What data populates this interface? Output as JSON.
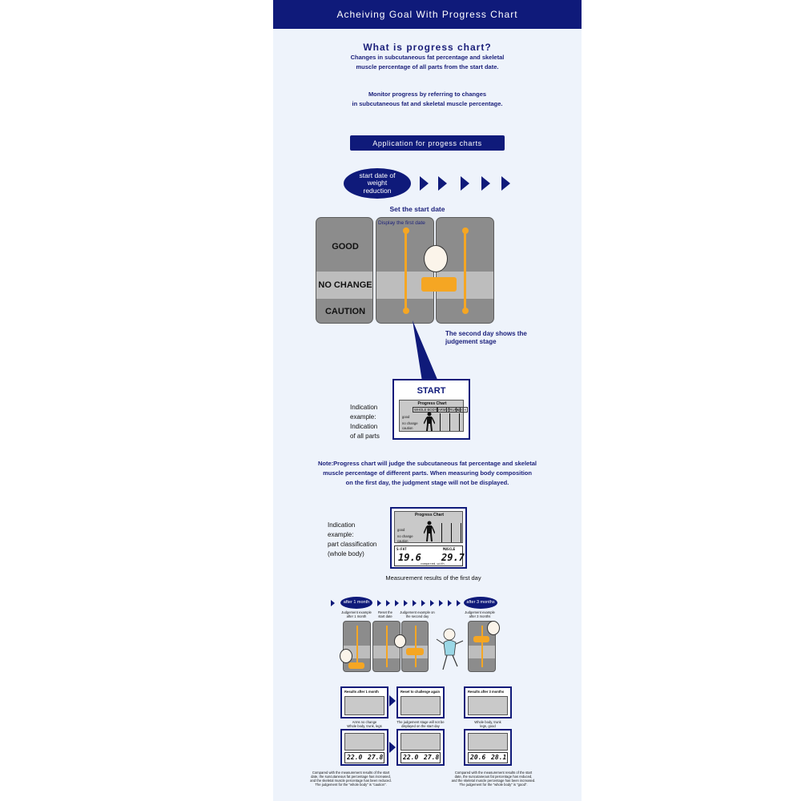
{
  "header": {
    "title": "Acheiving Goal With Progress Chart"
  },
  "intro": {
    "heading": "What is progress chart?",
    "line1": "Changes in subcutaneous fat percentage and skeletal",
    "line2": "muscle percentage of all parts from the start date.",
    "monitor1": "Monitor progress by referring to changes",
    "monitor2": "in subcutaneous fat and skeletal muscle percentage."
  },
  "application": {
    "button_label": "Application for progess charts",
    "start_oval_1": "start date of",
    "start_oval_2": "weight",
    "start_oval_3": "reduction",
    "set_start": "Set the start date",
    "display_first": "Display the first date",
    "stage_good": "GOOD",
    "stage_no_change": "NO CHANGE",
    "stage_caution": "CAUTION",
    "second_day_1": "The second day shows the",
    "second_day_2": "judgement stage"
  },
  "start_device": {
    "title": "START",
    "screen_title": "Progress Chart",
    "row_good": "good",
    "row_no_change": "no change",
    "row_caution": "caution",
    "tag_arms": "ARMS",
    "tag_trunk": "TRUNK",
    "tag_legs": "LEGS",
    "tag_whole": "WHOLE BODY",
    "ex1": "Indication",
    "ex2": "example:",
    "ex3": "Indication",
    "ex4": "of all parts"
  },
  "note": {
    "line1": "Note:Progress chart will judge the subcutaneous fat percentage and skeletal",
    "line2": "muscle percentage of different parts. When measuring body composition",
    "line3": "on the first day, the judgment stage will not be displayed."
  },
  "first_day": {
    "ex1": "Indication",
    "ex2": "example:",
    "ex3": "part classification",
    "ex4": "(whole body)",
    "screen_title": "Progress Chart",
    "row_good": "good",
    "row_no_change": "no change",
    "row_caution": "caution",
    "sfat_label": "S-FAT",
    "sfat_value": "19.6",
    "muscle_label": "MUSCLE",
    "muscle_value": "29.7",
    "compare_label": "compared with",
    "caption": "Measurement results of the first day"
  },
  "timeline": {
    "after_1_month": "after 1 month",
    "after_3_months": "after 3 months",
    "judge_1m_1": "Judgement example",
    "judge_1m_2": "after 1 month",
    "reset_1": "Reset the",
    "reset_2": "start date",
    "judge_2d_1": "Judgement example on",
    "judge_2d_2": "the second day",
    "judge_3m_1": "Judgement example",
    "judge_3m_2": "after 3 months"
  },
  "results": {
    "r1_title": "Results after 1 month",
    "r2_title": "Reset to challenge again",
    "r3_title": "Results after 3 months",
    "r1_caption_1": "Arms no change",
    "r1_caption_2": "Whole body, trunk, legs",
    "r2_caption_1": "The judgement stage will not be",
    "r2_caption_2": "displayed on the start day",
    "r3_caption_1": "Whole body, trunk",
    "r3_caption_2": "legs, good",
    "d1_sfat": "22.0",
    "d1_muscle": "27.8",
    "d2_sfat": "22.0",
    "d2_muscle": "27.8",
    "d3_sfat": "20.6",
    "d3_muscle": "28.1",
    "foot_left_1": "Compared with the measurement results of the start",
    "foot_left_2": "date, the suncutaneous fat percentage has increased,",
    "foot_left_3": "and the skeletal muscle percentage has been reduced.",
    "foot_left_4": "The judgement for the \"whole body\" is \"caution\".",
    "foot_right_1": "Compared with the measurement results of the start",
    "foot_right_2": "date, the suncutaneous fat percentage has reduced,",
    "foot_right_3": "and the skeletal muscle percentage has been increased.",
    "foot_right_4": "The judgement for the \"whole body\" is \"good\"."
  },
  "colors": {
    "navy": "#0f1a7a",
    "orange": "#f5a623",
    "panel": "#eef3fb",
    "grey": "#8c8c8c"
  },
  "icons": [
    "chevron-right-icon",
    "person-face-icon",
    "body-silhouette-icon",
    "runner-icon"
  ]
}
